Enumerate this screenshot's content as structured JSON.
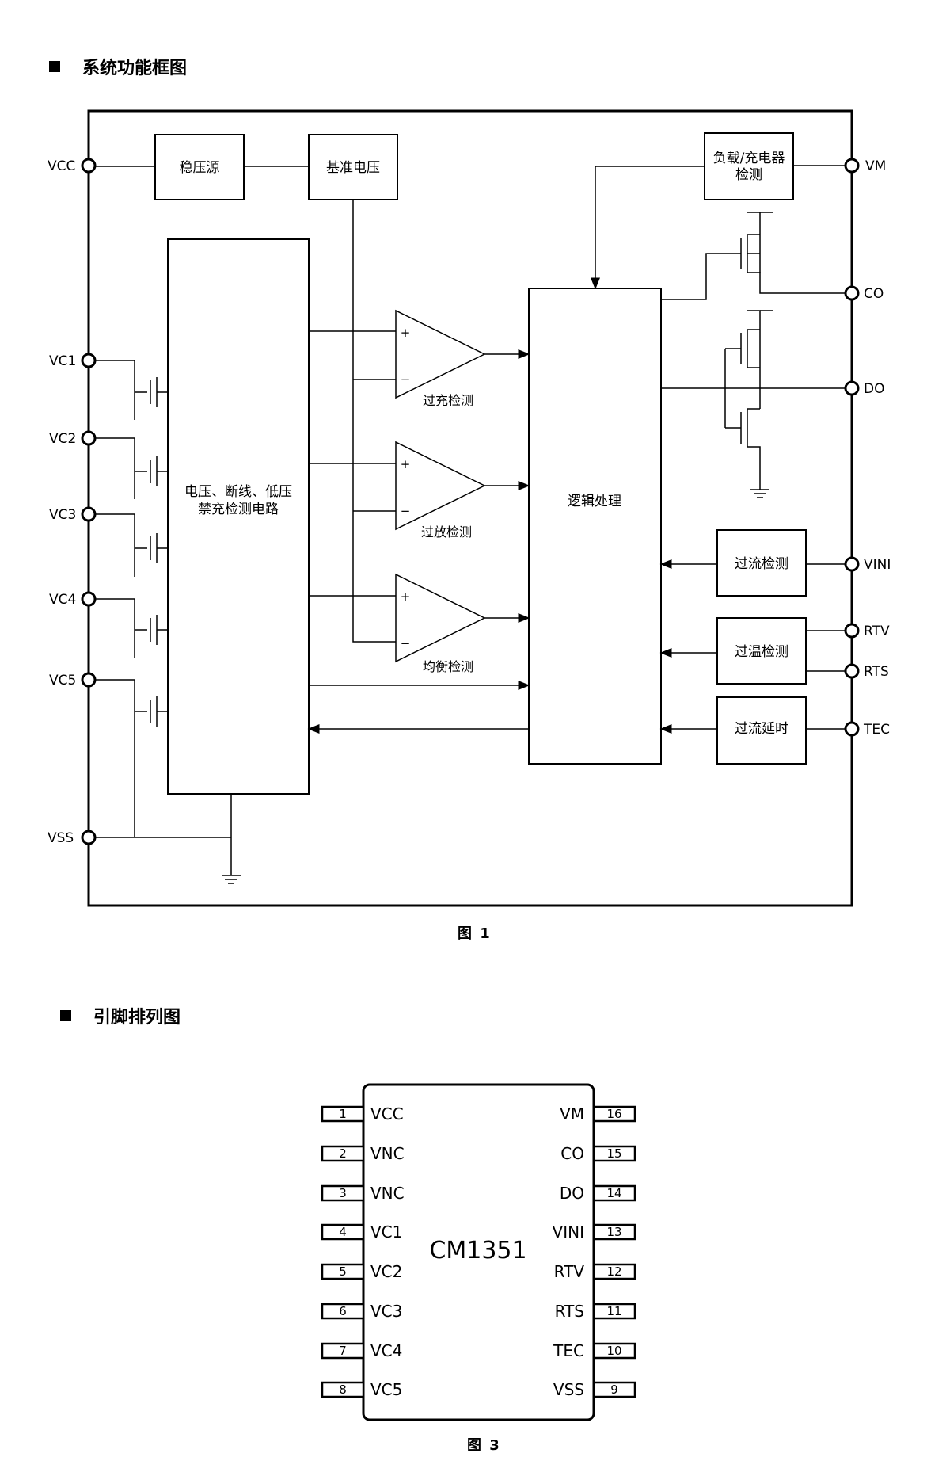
{
  "section1": {
    "title": "系统功能框图",
    "caption": "图 1"
  },
  "section2": {
    "title": "引脚排列图",
    "caption": "图 3"
  },
  "block": {
    "pins_left": [
      "VCC",
      "VC1",
      "VC2",
      "VC3",
      "VC4",
      "VC5",
      "VSS"
    ],
    "pins_right": [
      "VM",
      "CO",
      "DO",
      "VINI",
      "RTV",
      "RTS",
      "TEC"
    ],
    "regulator": "稳压源",
    "reference": "基准电压",
    "load_detect": [
      "负载/充电器",
      "检测"
    ],
    "detect_circuit": [
      "电压、断线、低压",
      "禁充检测电路"
    ],
    "logic": "逻辑处理",
    "comp_overcharge": "过充检测",
    "comp_overdischarge": "过放检测",
    "comp_balance": "均衡检测",
    "overcurrent": "过流检测",
    "overtemp": "过温检测",
    "oc_delay": "过流延时",
    "plus": "+",
    "minus": "−"
  },
  "chip": {
    "name": "CM1351",
    "left_pins": [
      {
        "num": "1",
        "name": "VCC"
      },
      {
        "num": "2",
        "name": "VNC"
      },
      {
        "num": "3",
        "name": "VNC"
      },
      {
        "num": "4",
        "name": "VC1"
      },
      {
        "num": "5",
        "name": "VC2"
      },
      {
        "num": "6",
        "name": "VC3"
      },
      {
        "num": "7",
        "name": "VC4"
      },
      {
        "num": "8",
        "name": "VC5"
      }
    ],
    "right_pins": [
      {
        "num": "16",
        "name": "VM"
      },
      {
        "num": "15",
        "name": "CO"
      },
      {
        "num": "14",
        "name": "DO"
      },
      {
        "num": "13",
        "name": "VINI"
      },
      {
        "num": "12",
        "name": "RTV"
      },
      {
        "num": "11",
        "name": "RTS"
      },
      {
        "num": "10",
        "name": "TEC"
      },
      {
        "num": "9",
        "name": "VSS"
      }
    ]
  }
}
